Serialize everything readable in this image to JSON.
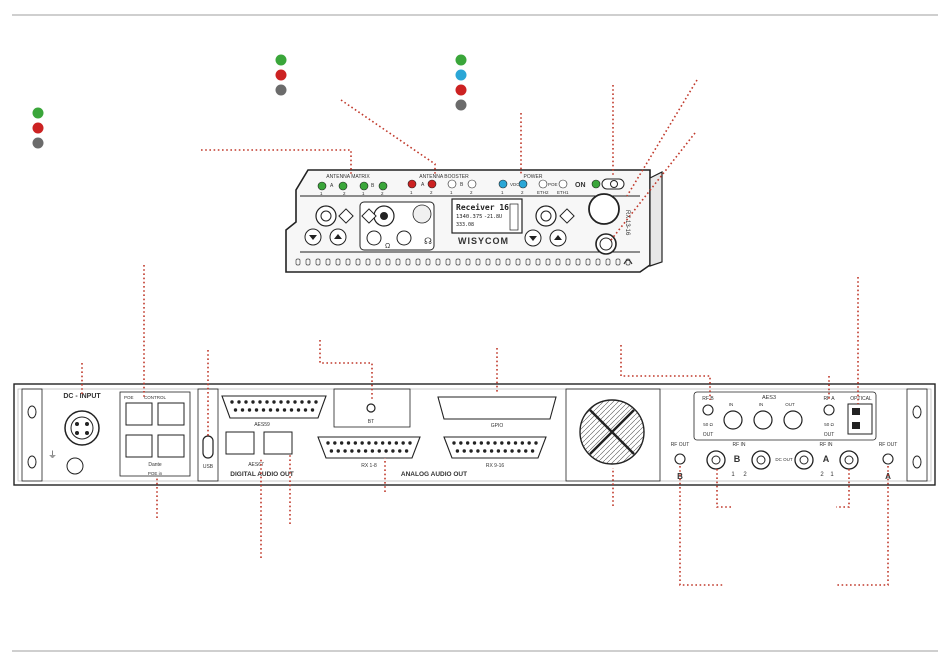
{
  "colors": {
    "green": "#3aa63a",
    "red": "#cc2222",
    "gray": "#6b6b6b",
    "blue": "#2aa6d6",
    "leader": "#c0392b"
  },
  "legends": {
    "left": [
      "green",
      "red",
      "gray"
    ],
    "antenna_booster": [
      "green",
      "red",
      "gray"
    ],
    "power": [
      "green",
      "blue",
      "red",
      "gray"
    ]
  },
  "front": {
    "antenna_matrix": "ANTENNA MATRIX",
    "antenna_booster": "ANTENNA BOOSTER",
    "power": "POWER",
    "ch_a": "A",
    "ch_b": "B",
    "n1": "1",
    "n2": "2",
    "vdc": "VDC",
    "poe": "POE",
    "eth2": "ETH2",
    "eth1": "ETH1",
    "on": "ON",
    "display_title": "Receiver 16",
    "display_freq": "1340.375",
    "display_lvl": "-21.8U",
    "display_row3": "333.08",
    "brand": "WISYCOM",
    "model": "RX 13-16"
  },
  "rear": {
    "dc_input": "DC - INPUT",
    "poe_label": "POE",
    "control": "CONTROL",
    "dante": "Dante",
    "poe_in": "POE in",
    "usb": "USB",
    "aes59": "AES59",
    "aes67": "AES67",
    "digital_audio_out": "DIGITAL AUDIO OUT",
    "bt": "BT",
    "gpio": "GPIO",
    "rx_1_8": "RX 1-8",
    "rx_9_16": "RX 9-16",
    "analog_audio_out": "ANALOG AUDIO OUT",
    "rf_b": "RF B",
    "rf_a": "RF A",
    "aes3": "AES3",
    "optical": "OPTICAL",
    "ohm": "50 Ω",
    "out": "OUT",
    "in": "IN",
    "rf_out": "RF OUT",
    "rf_in": "RF IN",
    "big_b": "B",
    "big_a": "A",
    "n1": "1",
    "n2": "2",
    "dc_out": "DC OUT"
  }
}
